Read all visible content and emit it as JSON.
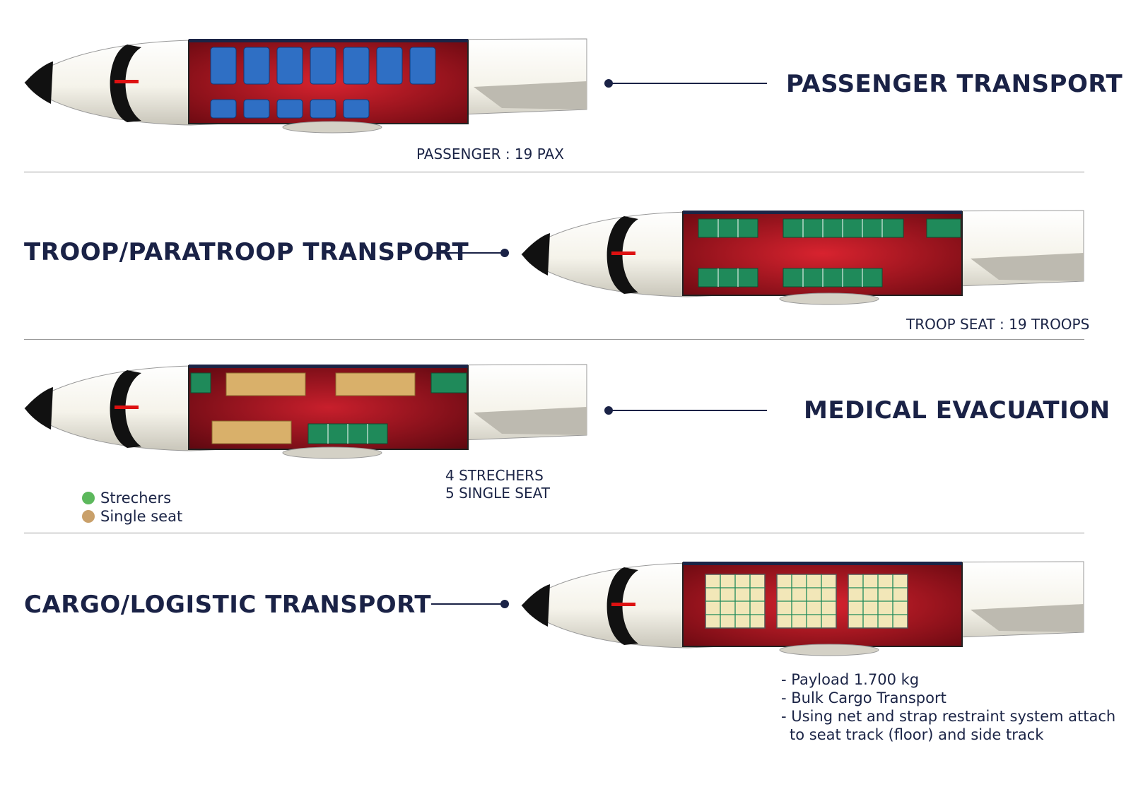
{
  "colors": {
    "title": "#1a2246",
    "cabin": "#b11021",
    "passenger_seat": "#2f6fc4",
    "troop_seat": "#1f8a5a",
    "stretcher": "#1f8a5a",
    "single_seat": "#d9b06a",
    "cargo": "#f2e7b8"
  },
  "sections": [
    {
      "title": "PASSENGER TRANSPORT",
      "caption": "PASSENGER : 19 PAX",
      "icon": "passenger-cabin-plane"
    },
    {
      "title": "TROOP/PARATROOP TRANSPORT",
      "caption": "TROOP SEAT : 19 TROOPS",
      "icon": "troop-cabin-plane"
    },
    {
      "title": "MEDICAL EVACUATION",
      "caption_lines": [
        "4 STRECHERS",
        "5 SINGLE SEAT"
      ],
      "icon": "medevac-cabin-plane",
      "legend": [
        {
          "label": "Strechers",
          "color": "#5cb85c"
        },
        {
          "label": "Single seat",
          "color": "#c9a06a"
        }
      ]
    },
    {
      "title": "CARGO/LOGISTIC TRANSPORT",
      "icon": "cargo-cabin-plane",
      "notes": [
        "- Payload 1.700 kg",
        "- Bulk Cargo Transport",
        "- Using net and strap restraint system attach",
        "to seat track (floor) and side track"
      ]
    }
  ]
}
